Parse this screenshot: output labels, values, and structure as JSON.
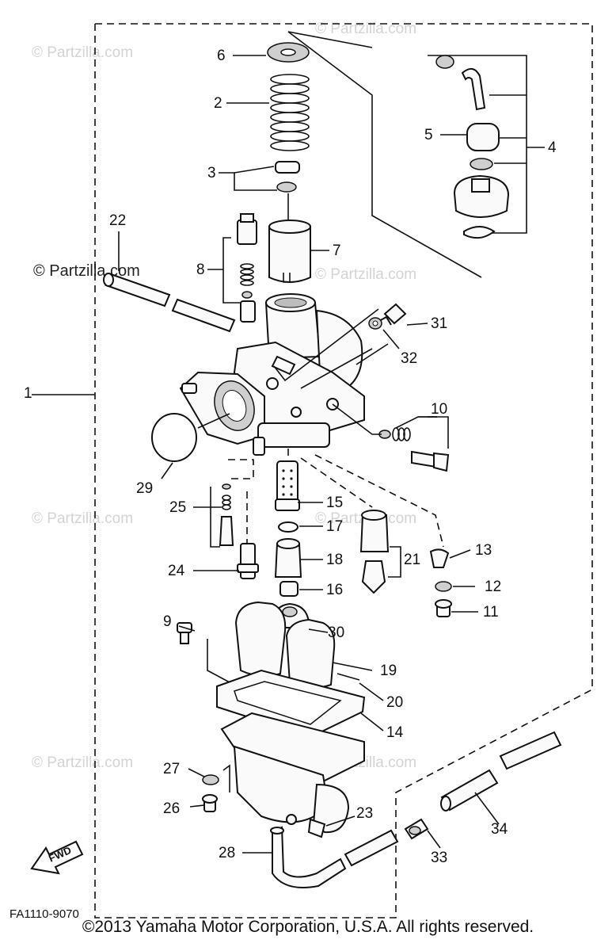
{
  "callouts": [
    "1",
    "2",
    "3",
    "4",
    "5",
    "6",
    "7",
    "8",
    "9",
    "10",
    "11",
    "12",
    "13",
    "14",
    "15",
    "16",
    "17",
    "18",
    "19",
    "20",
    "21",
    "22",
    "23",
    "24",
    "25",
    "26",
    "27",
    "28",
    "29",
    "30",
    "31",
    "32",
    "33",
    "34"
  ],
  "watermark": "© Partzilla.com",
  "figure_code": "FA1110-9070",
  "fwd_label": "FWD",
  "copyright": "©2013 Yamaha Motor Corporation, U.S.A. All rights reserved."
}
